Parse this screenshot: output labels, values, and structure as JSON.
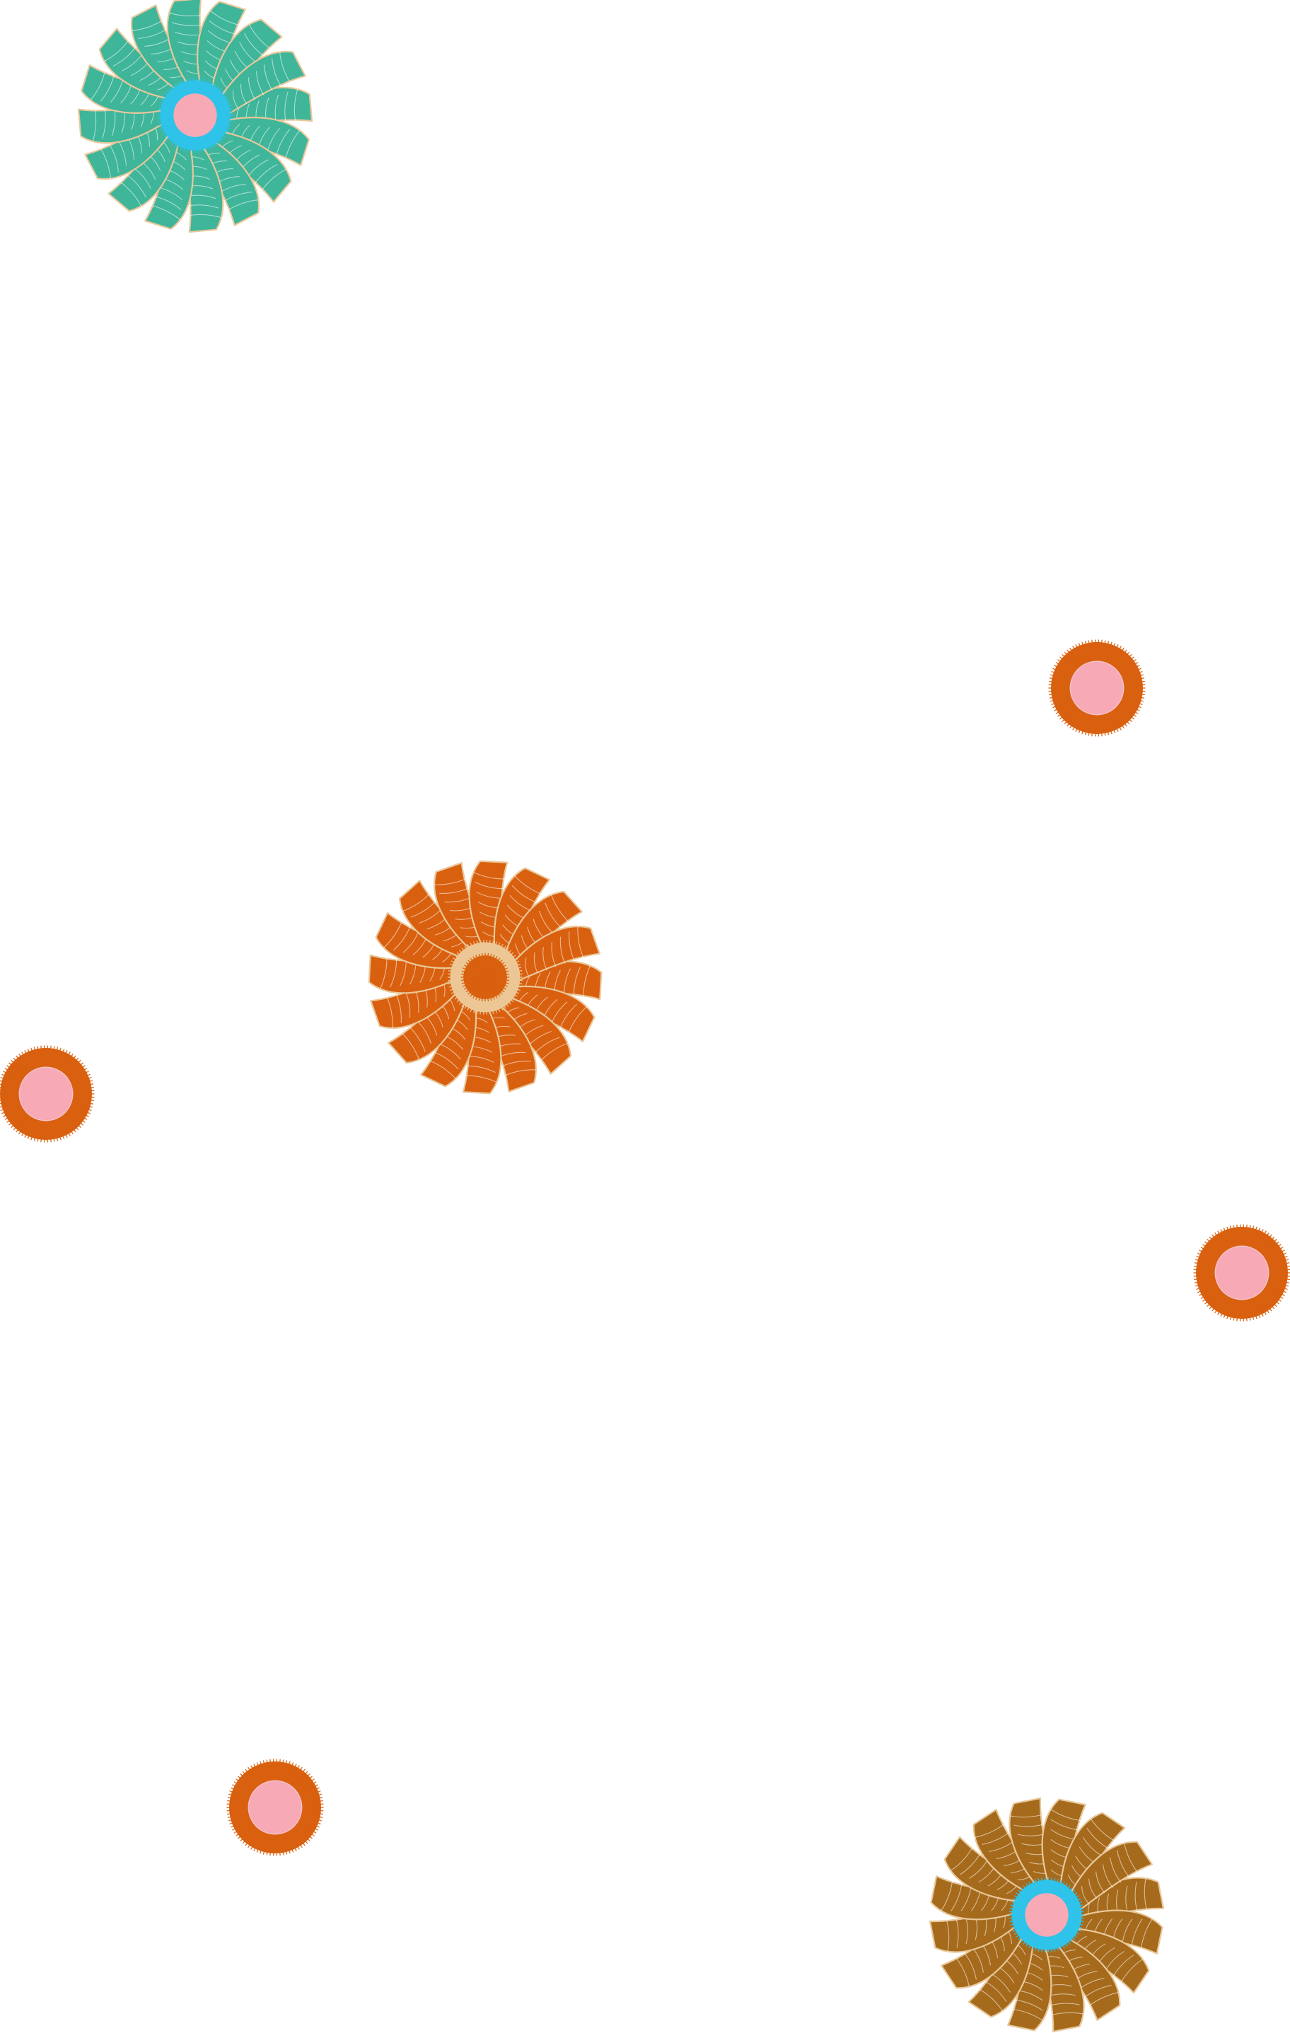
{
  "palette": {
    "background": "#ffffff",
    "teal": "#3fb59a",
    "orange": "#d9600f",
    "ochre": "#a66a1c",
    "cyan": "#2fc3ea",
    "pink": "#f7a9b5",
    "tan": "#ecc795",
    "petal_edge": "#e8c89a",
    "stitch": "#ffffff"
  },
  "motifs": [
    {
      "kind": "pinwheel-flower",
      "name": "teal-pinwheel-flower-icon",
      "petal": "teal",
      "ring": "cyan",
      "center": "pink"
    },
    {
      "kind": "pinwheel-flower",
      "name": "orange-pinwheel-flower-icon",
      "petal": "orange",
      "ring": "tan",
      "center": "orange"
    },
    {
      "kind": "pinwheel-flower",
      "name": "ochre-pinwheel-flower-icon",
      "petal": "ochre",
      "ring": "cyan",
      "center": "pink"
    },
    {
      "kind": "dot",
      "name": "orange-dot-icon-right-upper",
      "ring": "orange",
      "center": "pink"
    },
    {
      "kind": "dot",
      "name": "orange-dot-icon-left",
      "ring": "orange",
      "center": "pink"
    },
    {
      "kind": "dot",
      "name": "orange-dot-icon-right-lower",
      "ring": "orange",
      "center": "pink"
    },
    {
      "kind": "dot",
      "name": "orange-dot-icon-bottom-left",
      "ring": "orange",
      "center": "pink"
    }
  ]
}
